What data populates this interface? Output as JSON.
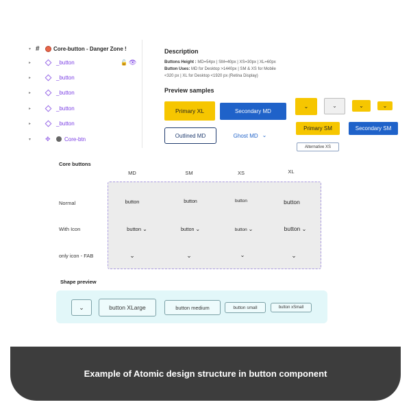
{
  "layers": {
    "top": {
      "label": "Core-button - Danger Zone !"
    },
    "items": [
      {
        "label": "_button"
      },
      {
        "label": "_button"
      },
      {
        "label": "_button"
      },
      {
        "label": "_button"
      },
      {
        "label": "_button"
      }
    ],
    "instance": {
      "label": "Core-btn"
    }
  },
  "description": {
    "title": "Description",
    "height_label": "Buttons Height :",
    "height_text": " MD=54px | SM=40px | XS=30px | XL=60px",
    "uses_label": "Button Uses:",
    "uses_text": " MD for Desktop >1440px | SM & XS for Mobile",
    "uses_text_2": "<320 px | XL for Desktop <1920 px (Retina Display)"
  },
  "preview": {
    "title": "Preview samples",
    "primary_xl": "Primary XL",
    "secondary_md": "Secondary MD",
    "outlined_md": "Outlined MD",
    "ghost_md": "Ghost MD",
    "primary_sm": "Primary SM",
    "secondary_sm": "Secondary SM",
    "alternative_xs": "Alternative XS"
  },
  "core": {
    "title": "Core buttons",
    "columns": [
      "MD",
      "SM",
      "XS",
      "XL"
    ],
    "rows": [
      "Normal",
      "With Icon",
      "only icon - FAB"
    ],
    "cell_text": "button"
  },
  "shape": {
    "title": "Shape preview",
    "xlarge": "button XLarge",
    "medium": "button medium",
    "small": "button small",
    "xsmall": "button xSmall"
  },
  "caption": "Example of Atomic design structure in button component",
  "colors": {
    "primary_yellow": "#f6c600",
    "secondary_blue": "#1f62c9",
    "layer_purple": "#7b3fe4",
    "caption_bg": "#3d3d3d"
  }
}
